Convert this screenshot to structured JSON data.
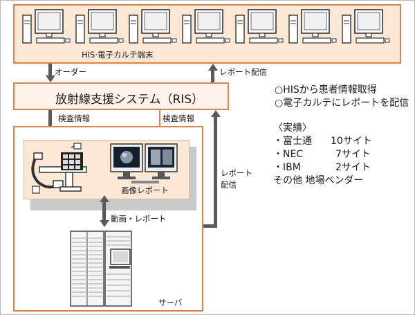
{
  "his": {
    "label": "HIS·電子カルテ端末",
    "terminal_count": 7
  },
  "ris": {
    "label": "放射線支援システム（RIS）"
  },
  "flows": {
    "order": "オーダー",
    "report_delivery_top": "レポート配信",
    "exam_info_left": "検査情報",
    "exam_info_right": "検査情報",
    "report_delivery_side": [
      "レポート",
      "配信"
    ],
    "video_report": "動画・レポート"
  },
  "department": {
    "image_report_label": "画像レポート",
    "server_label": "サーバ"
  },
  "notes": [
    "○HISから患者情報取得",
    "○電子カルテにレポートを配信"
  ],
  "results": {
    "heading": "〈実績〉",
    "items": [
      {
        "vendor": "・富士通",
        "count": "10サイト"
      },
      {
        "vendor": "・NEC",
        "count": "7サイト"
      },
      {
        "vendor": "・IBM",
        "count": "2サイト"
      }
    ],
    "other": "その他 地場ベンダー"
  },
  "colors": {
    "accent_border": "#d9834a",
    "panel_fill": "#fbe7d6",
    "arrow": "#5a5a5a"
  }
}
